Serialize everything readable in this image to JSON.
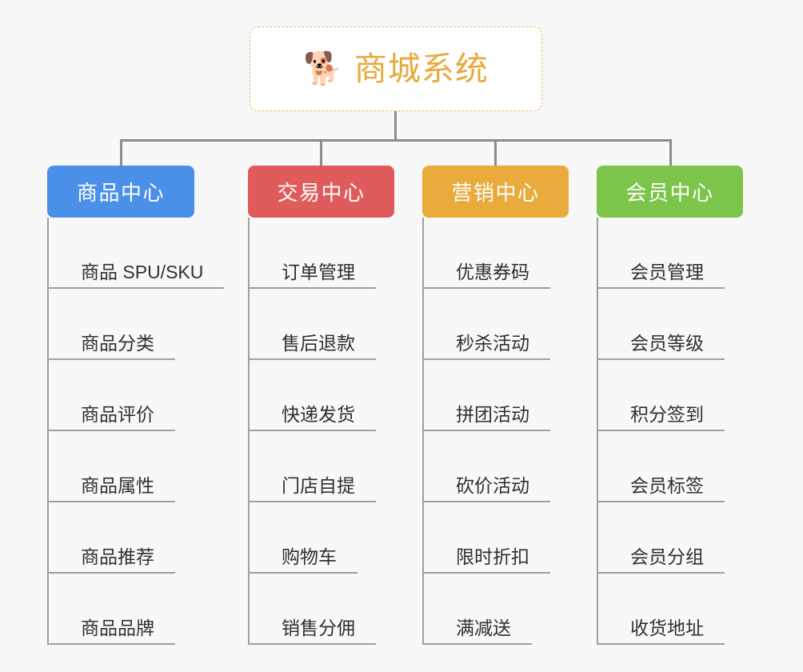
{
  "page": {
    "background_color": "#f8f8f8",
    "line_color": "#8c8c8c"
  },
  "root": {
    "icon": "🐕",
    "icon_name": "shiba-dog-icon",
    "title": "商城系统",
    "text_color": "#e8a93c",
    "border_color": "#e8b96a",
    "background_color": "#ffffff"
  },
  "columns": [
    {
      "id": "product-center",
      "title": "商品中心",
      "color": "#4a90e8",
      "items": [
        "商品 SPU/SKU",
        "商品分类",
        "商品评价",
        "商品属性",
        "商品推荐",
        "商品品牌"
      ]
    },
    {
      "id": "trade-center",
      "title": "交易中心",
      "color": "#e05c5c",
      "items": [
        "订单管理",
        "售后退款",
        "快递发货",
        "门店自提",
        "购物车",
        "销售分佣"
      ]
    },
    {
      "id": "marketing-center",
      "title": "营销中心",
      "color": "#e8ab3c",
      "items": [
        "优惠券码",
        "秒杀活动",
        "拼团活动",
        "砍价活动",
        "限时折扣",
        "满减送"
      ]
    },
    {
      "id": "member-center",
      "title": "会员中心",
      "color": "#7cc44a",
      "items": [
        "会员管理",
        "会员等级",
        "积分签到",
        "会员标签",
        "会员分组",
        "收货地址"
      ]
    }
  ]
}
